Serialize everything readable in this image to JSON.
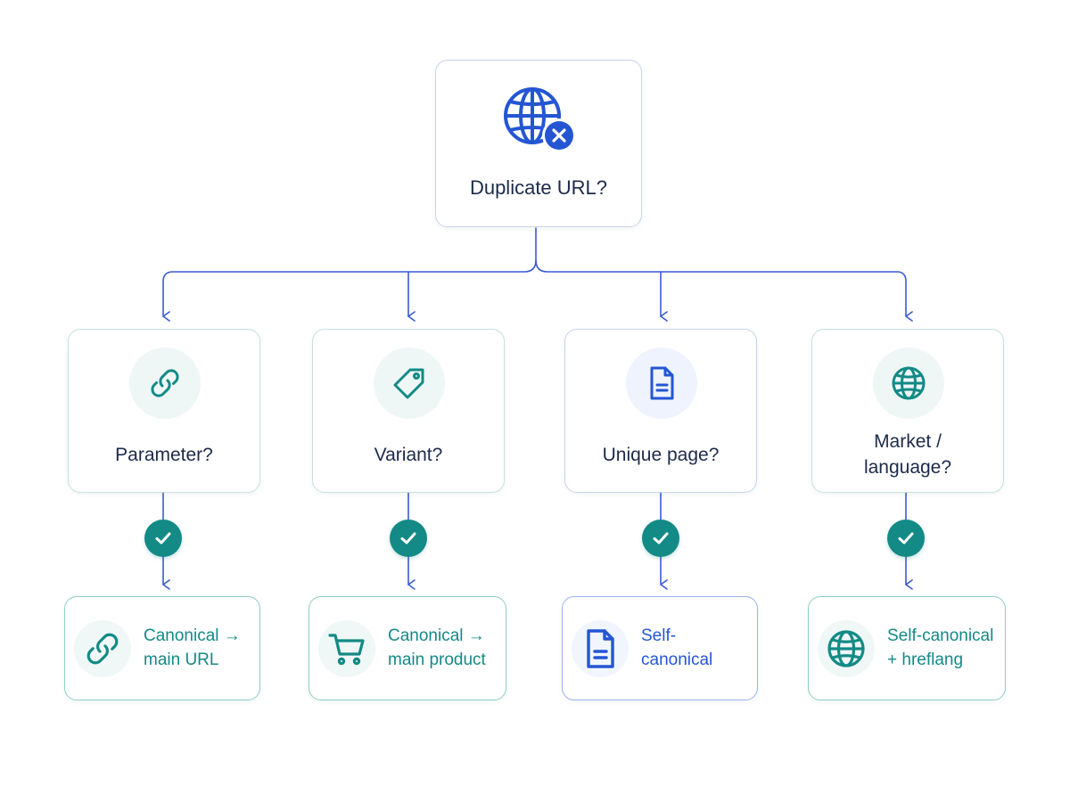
{
  "colors": {
    "accent_teal": "#138a86",
    "accent_blue": "#2456d4",
    "connector": "#3a5bd0",
    "text_dark": "#1c2a4a"
  },
  "root": {
    "label": "Duplicate URL?",
    "icon": "globe-x-icon"
  },
  "questions": [
    {
      "label": "Parameter?",
      "icon": "link-icon"
    },
    {
      "label": "Variant?",
      "icon": "tag-icon"
    },
    {
      "label": "Unique page?",
      "icon": "document-icon"
    },
    {
      "label": "Market /\nlanguage?",
      "icon": "globe-icon"
    }
  ],
  "checks": [
    {
      "icon": "check-icon"
    },
    {
      "icon": "check-icon"
    },
    {
      "icon": "check-icon"
    },
    {
      "icon": "check-icon"
    }
  ],
  "results": [
    {
      "label": "Canonical →\nmain URL",
      "icon": "link-icon"
    },
    {
      "label": "Canonical →\nmain product",
      "icon": "cart-icon"
    },
    {
      "label": "Self-\ncanonical",
      "icon": "document-icon"
    },
    {
      "label": "Self-canonical\n+ hreflang",
      "icon": "globe-icon"
    }
  ]
}
